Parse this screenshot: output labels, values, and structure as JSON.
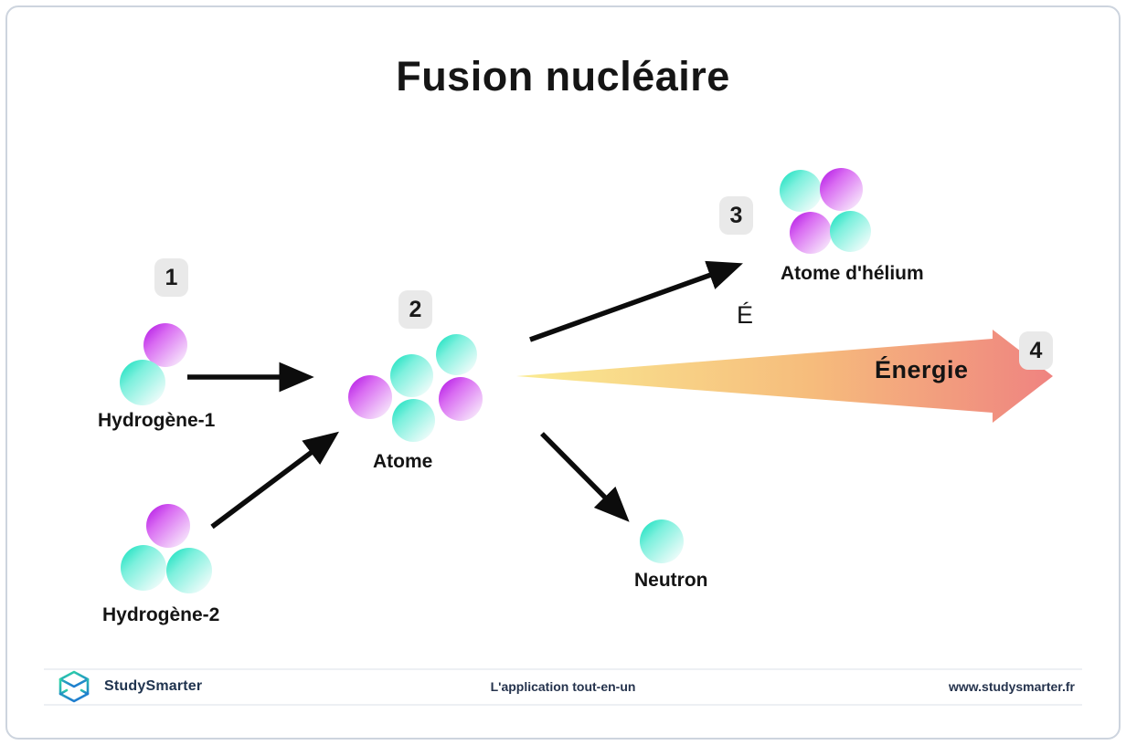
{
  "page": {
    "title": "Fusion nucléaire"
  },
  "badges": {
    "step1": "1",
    "step2": "2",
    "step3": "3",
    "step4": "4"
  },
  "labels": {
    "hydrogene1": "Hydrogène-1",
    "hydrogene2": "Hydrogène-2",
    "atome": "Atome",
    "helium": "Atome d'hélium",
    "neutron": "Neutron",
    "energy_symbol": "É",
    "energie": "Énergie"
  },
  "diagram": {
    "type": "flow-diagram",
    "clusters": [
      {
        "name": "Hydrogène-1",
        "step": "1",
        "magenta_particles": 1,
        "cyan_particles": 1
      },
      {
        "name": "Hydrogène-2",
        "step": null,
        "magenta_particles": 1,
        "cyan_particles": 2
      },
      {
        "name": "Atome",
        "step": "2",
        "magenta_particles": 2,
        "cyan_particles": 3
      },
      {
        "name": "Atome d'hélium",
        "step": "3",
        "magenta_particles": 2,
        "cyan_particles": 2
      },
      {
        "name": "Neutron",
        "step": null,
        "magenta_particles": 0,
        "cyan_particles": 1
      },
      {
        "name": "Énergie",
        "step": "4",
        "shape": "gradient-beam-arrow"
      }
    ],
    "flows": [
      "Hydrogène-1 → Atome",
      "Hydrogène-2 → Atome",
      "Atome → Atome d'hélium",
      "Atome → Neutron",
      "Atome → Énergie"
    ]
  },
  "colors": {
    "magenta_particle": "#b822e6",
    "cyan_particle": "#22e2c2",
    "beam_start": "#faeb92",
    "beam_mid": "#f6bc7c",
    "beam_end": "#ef8380",
    "badge_bg": "#e9e9e9",
    "card_border": "#cdd4de",
    "footer_text": "#25334d"
  },
  "footer": {
    "brand": "StudySmarter",
    "tagline": "L'application tout-en-un",
    "website": "www.studysmarter.fr"
  }
}
